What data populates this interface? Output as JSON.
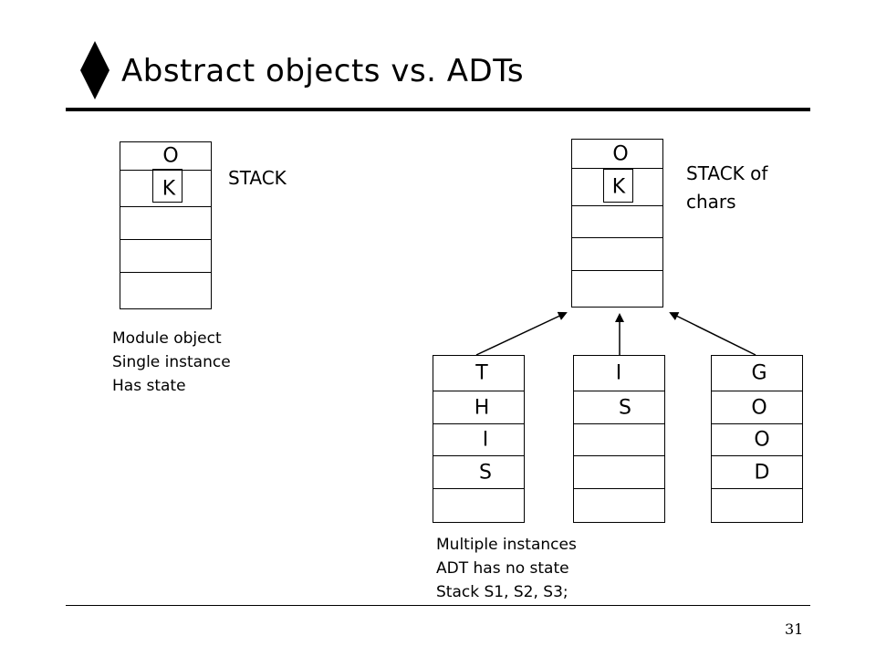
{
  "title": "Abstract objects vs. ADTs",
  "page_number": "31",
  "module_stack": {
    "cells": [
      "O",
      "K",
      "",
      "",
      ""
    ],
    "label": "STACK",
    "notes": [
      "Module object",
      "Single instance",
      "Has state"
    ]
  },
  "adt_stack": {
    "cells": [
      "O",
      "K",
      "",
      "",
      ""
    ],
    "label": [
      "STACK of",
      "chars"
    ]
  },
  "instances": [
    {
      "name": "this",
      "cells": [
        "T",
        "H",
        "I",
        "S",
        ""
      ]
    },
    {
      "name": "is",
      "cells": [
        "I",
        "S",
        "",
        "",
        ""
      ]
    },
    {
      "name": "good",
      "cells": [
        "G",
        "O",
        "O",
        "D",
        ""
      ]
    }
  ],
  "instance_notes": [
    "Multiple instances",
    "ADT has no state",
    "Stack S1, S2, S3;"
  ]
}
